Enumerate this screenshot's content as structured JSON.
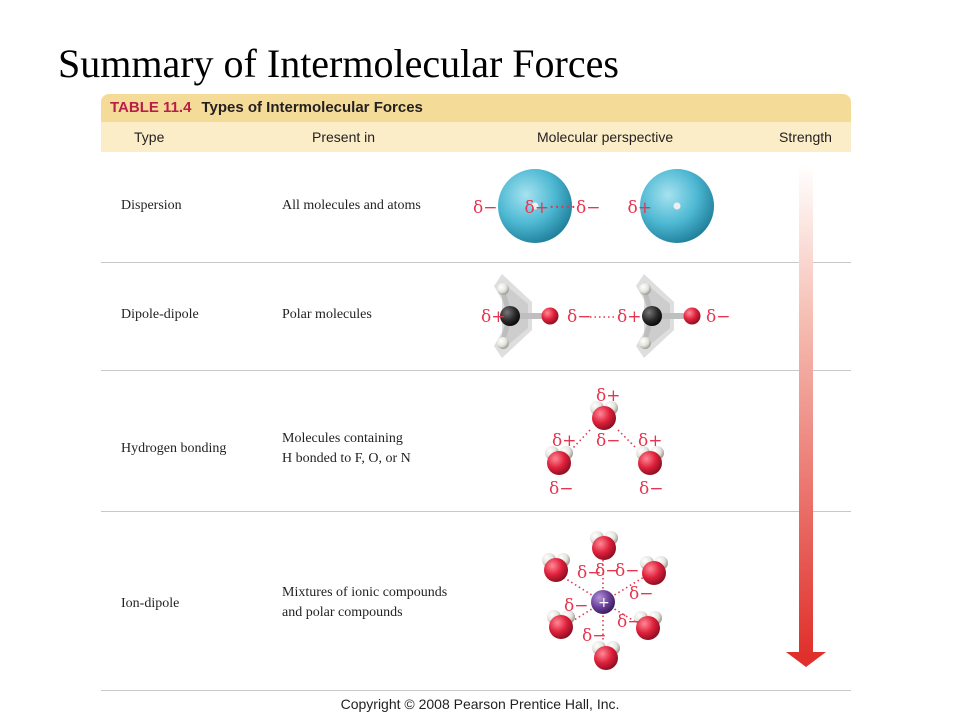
{
  "slide": {
    "title": "Summary of Intermolecular Forces"
  },
  "table": {
    "number": "TABLE 11.4",
    "name": "Types of Intermolecular Forces",
    "columns": [
      "Type",
      "Present in",
      "Molecular perspective",
      "Strength"
    ],
    "rows": [
      {
        "type": "Dispersion",
        "present_in": [
          "All molecules and atoms"
        ]
      },
      {
        "type": "Dipole-dipole",
        "present_in": [
          "Polar molecules"
        ]
      },
      {
        "type": "Hydrogen bonding",
        "present_in": [
          "Molecules containing",
          "H bonded to F, O, or N"
        ]
      },
      {
        "type": "Ion-dipole",
        "present_in": [
          "Mixtures of ionic compounds",
          "and polar compounds"
        ]
      }
    ]
  },
  "charges": {
    "neg": "δ−",
    "pos": "δ+",
    "dispersion": "δ−     δ+·····δ−     δ+",
    "ion": "+"
  },
  "colors": {
    "banner": "#f4dc98",
    "header": "#faedc8",
    "table_number": "#b81f46",
    "charge": "#e8354f",
    "atom_cloud": "#4fb9d3",
    "oxygen": "#e0213c",
    "hydrogen": "#e4e4de",
    "carbon": "#2b2b2b",
    "ion": "#6a3f99",
    "arrow": "#e0302c"
  },
  "footer": {
    "copyright": "Copyright © 2008 Pearson Prentice Hall, Inc."
  }
}
